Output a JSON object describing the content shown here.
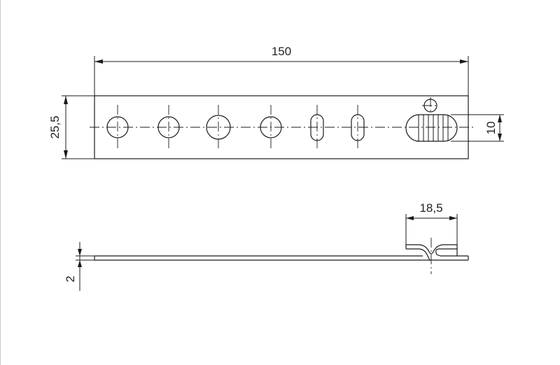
{
  "drawing": {
    "dimensions": {
      "overall_length": "150",
      "plate_width": "25,5",
      "slot_height": "10",
      "offset_length": "18,5",
      "thickness": "2"
    }
  }
}
